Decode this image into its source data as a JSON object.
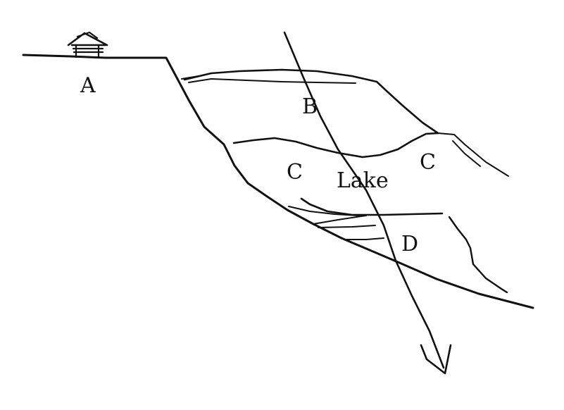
{
  "labels": {
    "a": "A",
    "b": "B",
    "c_left": "C",
    "c_right": "C",
    "lake": "Lake",
    "d": "D"
  },
  "colors": {
    "ink": "#111111",
    "background": "#ffffff"
  },
  "icons": {
    "house": "house-icon",
    "arrow": "arrowhead-icon"
  }
}
